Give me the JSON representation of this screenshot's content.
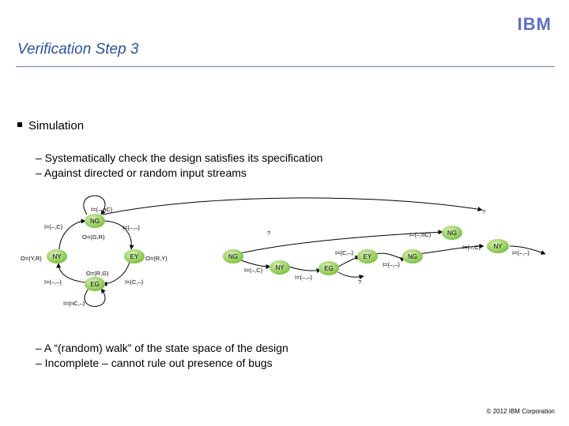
{
  "logo": "IBM",
  "title": "Verification Step 3",
  "bullet": "Simulation",
  "subs_top": [
    "– Systematically check the design satisfies its specification",
    "– Against directed or random input streams"
  ],
  "subs_bottom": [
    "– A “(random) walk” of the state space of the design",
    "– Incomplete – cannot rule out presence of bugs"
  ],
  "copyright": "© 2012 IBM Corporation",
  "colors": {
    "title": "#2a52a4",
    "node_fill": "#7fc241",
    "logo": "#5a6fc0"
  },
  "fsm": {
    "states": {
      "ng": "NG",
      "ey": "EY",
      "ny": "NY",
      "eg": "EG"
    },
    "edges": {
      "ng_self": "I=(–,C)",
      "ng_top": "I=(–,nC)",
      "ng_to_ey": "I=(–,–)",
      "ng_out": "O=(G,R)",
      "ny_out": "O=(Y,R)",
      "ey_out": "O=(R,Y)",
      "ny_out_b": "O=(R,G)",
      "eg_self": "I=(–,–)",
      "eg_to_ey": "I=(C,–)",
      "eg_bottom": "I=(nC,–)"
    }
  },
  "walk": {
    "nodes": [
      "NG",
      "NY",
      "EG",
      "EY",
      "NG",
      "NG",
      "NY"
    ],
    "labels": {
      "q1": "?",
      "q2": "?",
      "q3": "?",
      "a": "I=(–,C)",
      "b": "I=(–,–)",
      "c": "I=(C,–)",
      "d": "I=(–,nC)",
      "e": "I=(–,–)",
      "f": "I=(–,C)",
      "g": "I=(–,–)"
    }
  }
}
